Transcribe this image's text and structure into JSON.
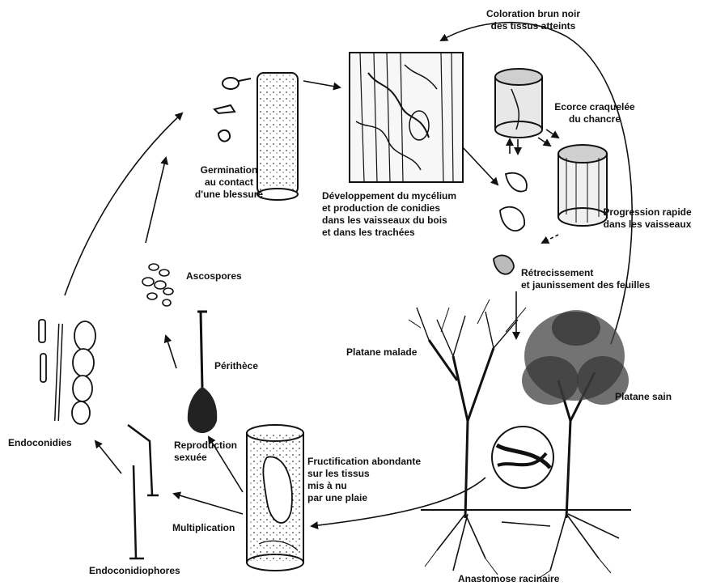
{
  "labels": {
    "coloration": [
      "Coloration brun noir",
      "des tissus atteints"
    ],
    "ecorce": [
      "Ecorce craquelée",
      "du chancre"
    ],
    "germination": [
      "Germination",
      "au contact",
      "d'une blessure"
    ],
    "developpement": [
      "Développement du mycélium",
      "et production de conidies",
      "dans les vaisseaux du bois",
      "et dans les trachées"
    ],
    "progression": [
      "Progression rapide",
      "dans les vaisseaux"
    ],
    "retrecissement": [
      "Rétrecissement",
      "et jaunissement des feuilles"
    ],
    "ascospores": "Ascospores",
    "perithece": "Périthèce",
    "platane_malade": "Platane malade",
    "platane_sain": "Platane sain",
    "endoconidies": "Endoconidies",
    "reproduction": [
      "Reproduction",
      "sexuée"
    ],
    "fructification": [
      "Fructification abondante",
      "sur les tissus",
      "mis à nu",
      "par une plaie"
    ],
    "multiplication": "Multiplication",
    "endoconidiophores": "Endoconidiophores",
    "anastomose": "Anastomose racinaire"
  }
}
